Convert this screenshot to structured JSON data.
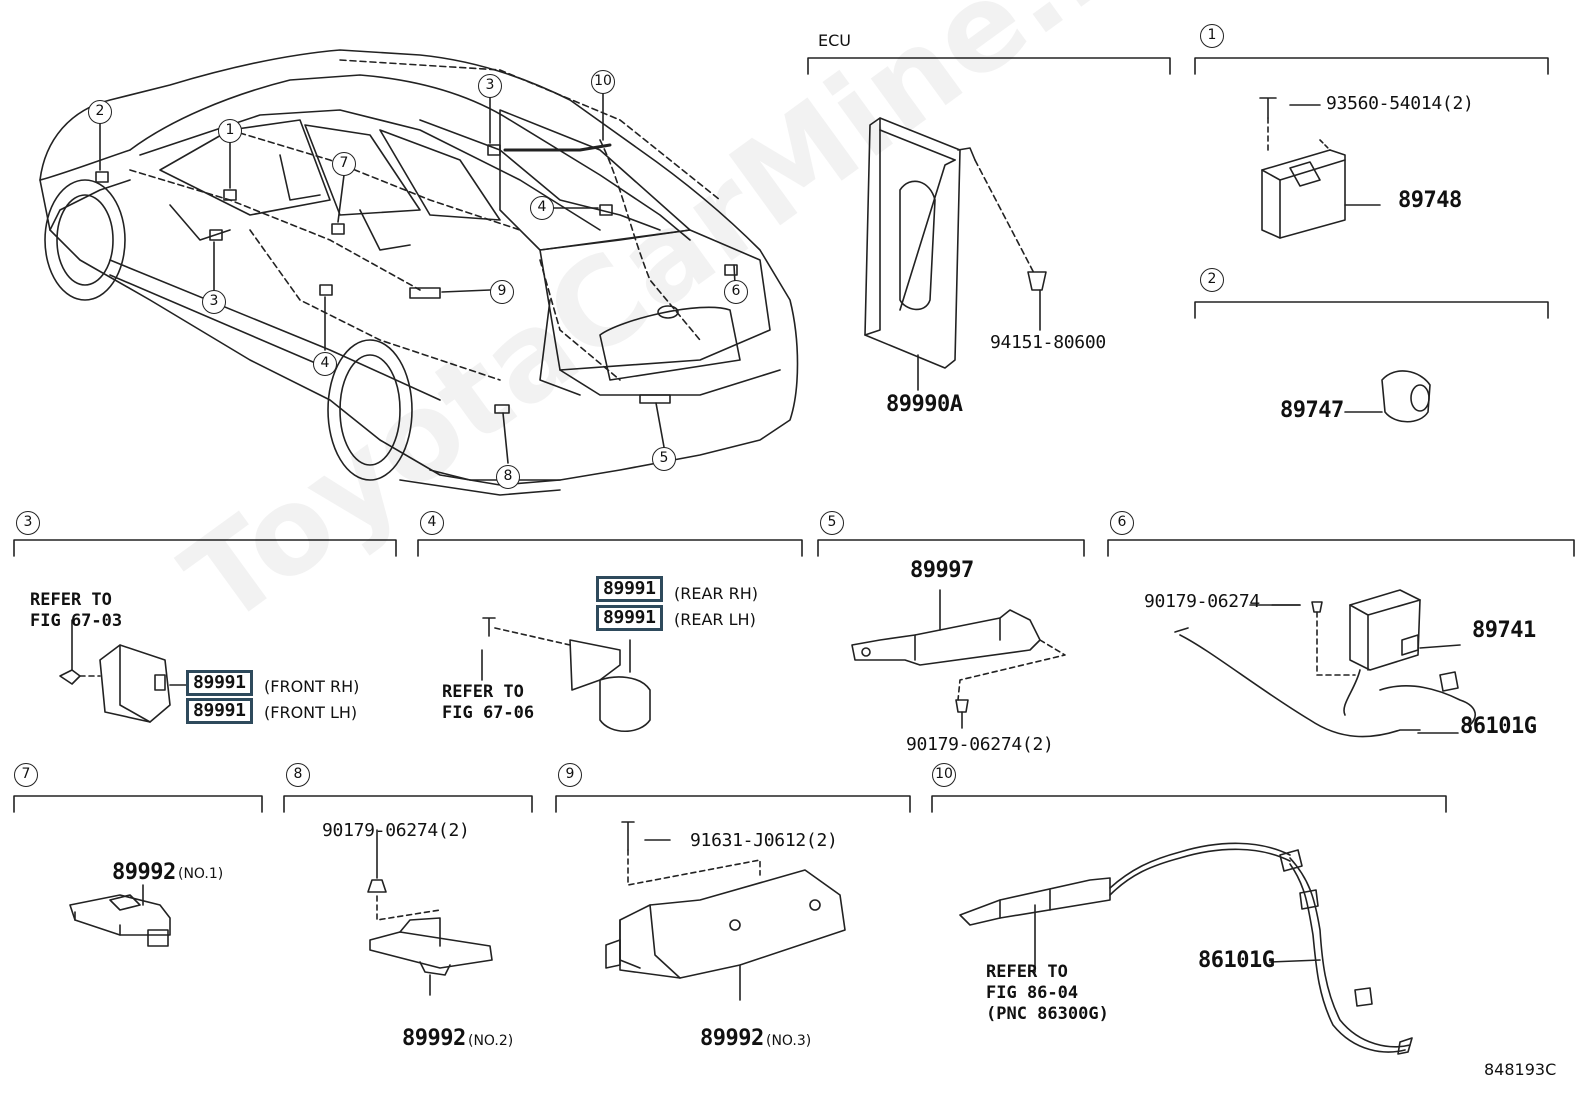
{
  "figure_code": "848193C",
  "watermark": "ToyotaCarMine.ru",
  "sections": {
    "ecu": {
      "title": "ECU",
      "part_main": "89990A",
      "part_clip": "94151-80600"
    },
    "s1": {
      "num": "1",
      "screw": "93560-54014(2)",
      "part": "89748"
    },
    "s2": {
      "num": "2",
      "part": "89747"
    },
    "s3": {
      "num": "3",
      "ref": "REFER TO\nFIG 67-03",
      "part_rh": "89991",
      "label_rh": "(FRONT RH)",
      "part_lh": "89991",
      "label_lh": "(FRONT LH)"
    },
    "s4": {
      "num": "4",
      "ref": "REFER TO\nFIG 67-06",
      "part_rh": "89991",
      "label_rh": "(REAR RH)",
      "part_lh": "89991",
      "label_lh": "(REAR LH)"
    },
    "s5": {
      "num": "5",
      "part": "89997",
      "nut": "90179-06274(2)"
    },
    "s6": {
      "num": "6",
      "nut": "90179-06274",
      "part": "89741",
      "harness": "86101G"
    },
    "s7": {
      "num": "7",
      "part": "89992",
      "note": "(NO.1)"
    },
    "s8": {
      "num": "8",
      "nut": "90179-06274(2)",
      "part": "89992",
      "note": "(NO.2)"
    },
    "s9": {
      "num": "9",
      "bolt": "91631-J0612(2)",
      "part": "89992",
      "note": "(NO.3)"
    },
    "s10": {
      "num": "10",
      "ref": "REFER TO\nFIG 86-04\n(PNC 86300G)",
      "harness": "86101G"
    }
  },
  "car_callouts": [
    "1",
    "2",
    "3",
    "3",
    "4",
    "4",
    "5",
    "6",
    "7",
    "8",
    "9",
    "10"
  ]
}
